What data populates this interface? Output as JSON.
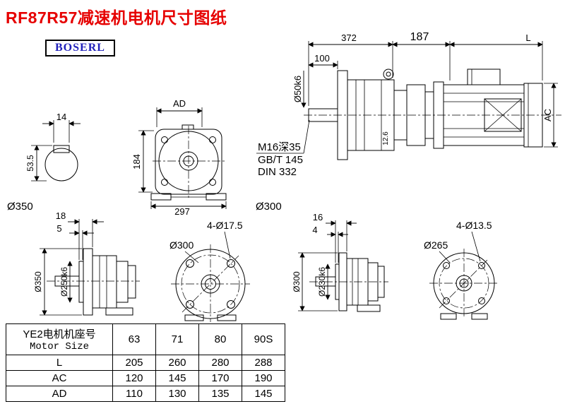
{
  "page": {
    "title": "RF87R57减速机电机尺寸图纸",
    "logo": "BOSERL"
  },
  "main_view": {
    "dim_372": "372",
    "dim_187": "187",
    "dim_L": "L",
    "dim_100": "100",
    "dia_shaft": "Ø50k6",
    "dim_AC": "AC",
    "dim_12_6": "12.6",
    "thread_note_line1": "M16深35",
    "thread_note_line2": "GB/T 145",
    "thread_note_line3": "DIN 332",
    "dia_300": "Ø300"
  },
  "shaft_section": {
    "dim_14": "14",
    "dim_53_5": "53.5",
    "dia_350": "Ø350"
  },
  "front_view": {
    "dim_AD": "AD",
    "dim_184": "184",
    "dim_297": "297"
  },
  "flange_large_side": {
    "dim_18": "18",
    "dim_5": "5",
    "dia_350": "Ø350",
    "dia_250": "Ø250k6"
  },
  "flange_large_front": {
    "dia_300": "Ø300",
    "holes": "4-Ø17.5"
  },
  "flange_small_side": {
    "dim_16": "16",
    "dim_4": "4",
    "dia_300": "Ø300",
    "dia_230": "Ø230k6"
  },
  "flange_small_front": {
    "dia_265": "Ø265",
    "holes": "4-Ø13.5"
  },
  "table": {
    "header_cn": "YE2电机机座号",
    "header_en": "Motor Size",
    "sizes": [
      "63",
      "71",
      "80",
      "90S"
    ],
    "rows": [
      {
        "label": "L",
        "values": [
          "205",
          "260",
          "280",
          "288"
        ]
      },
      {
        "label": "AC",
        "values": [
          "120",
          "145",
          "170",
          "190"
        ]
      },
      {
        "label": "AD",
        "values": [
          "110",
          "130",
          "135",
          "145"
        ]
      }
    ]
  }
}
